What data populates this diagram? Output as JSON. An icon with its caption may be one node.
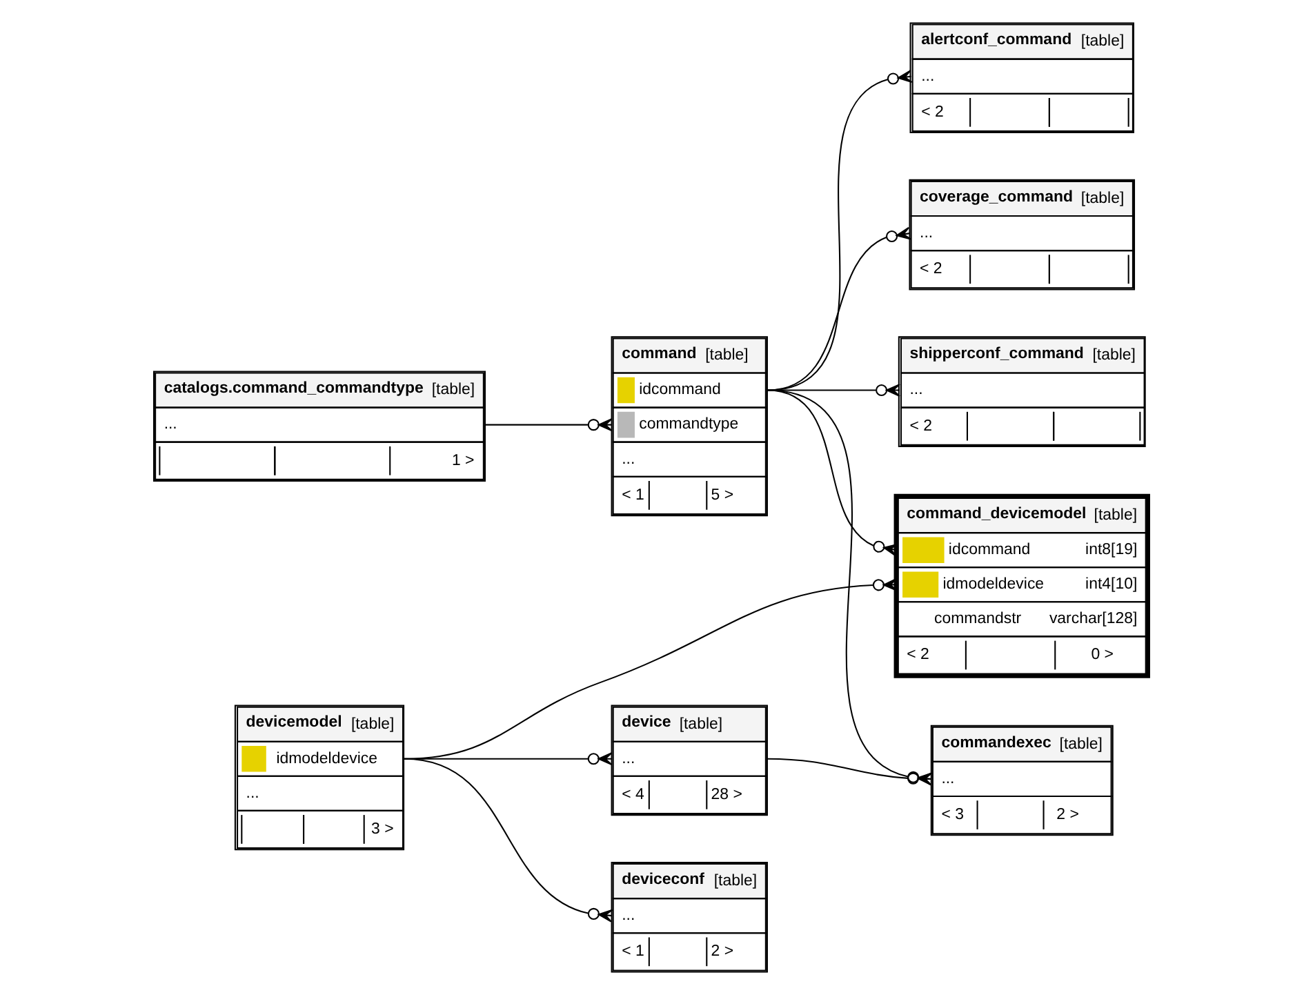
{
  "diagram": {
    "nodes": [
      {
        "text": [
          "alertconf_command",
          "[table]",
          "...",
          "< 2"
        ]
      },
      {
        "text": [
          "coverage_command",
          "[table]",
          "...",
          "< 2"
        ]
      },
      {
        "text": [
          "command",
          "[table]",
          "idcommand",
          "commandtype",
          "...",
          "< 1",
          "5 >"
        ]
      },
      {
        "text": [
          "shipperconf_command",
          "[table]",
          "...",
          "< 2"
        ]
      },
      {
        "text": [
          "catalogs.command_commandtype",
          "[table]",
          "...",
          "1 >"
        ]
      },
      {
        "text": [
          "command_devicemodel",
          "[table]",
          "idcommand",
          "int8[19]",
          "idmodeldevice",
          "int4[10]",
          "commandstr",
          "varchar[128]",
          "< 2",
          "0 >"
        ]
      },
      {
        "text": [
          "devicemodel",
          "[table]",
          "idmodeldevice",
          "...",
          "3 >"
        ]
      },
      {
        "text": [
          "device",
          "[table]",
          "...",
          "< 4",
          "28 >"
        ]
      },
      {
        "text": [
          "commandexec",
          "[table]",
          "...",
          "< 3",
          "2 >"
        ]
      },
      {
        "text": [
          "deviceconf",
          "[table]",
          "...",
          "< 1",
          "2 >"
        ]
      }
    ],
    "edges": [
      {
        "from": 4,
        "to": 2,
        "arrow": "other"
      },
      {
        "from": 2,
        "to": 0,
        "arrow": "other"
      },
      {
        "from": 2,
        "to": 1,
        "arrow": "other"
      },
      {
        "from": 2,
        "to": 3,
        "arrow": "other"
      },
      {
        "from": 2,
        "to": 5,
        "arrow": "other"
      },
      {
        "from": 2,
        "to": 8,
        "arrow": "other"
      },
      {
        "from": 6,
        "to": 5,
        "arrow": "other"
      },
      {
        "from": 6,
        "to": 7,
        "arrow": "other"
      },
      {
        "from": 6,
        "to": 9,
        "arrow": "other"
      },
      {
        "from": 7,
        "to": 8,
        "arrow": "other"
      }
    ]
  }
}
